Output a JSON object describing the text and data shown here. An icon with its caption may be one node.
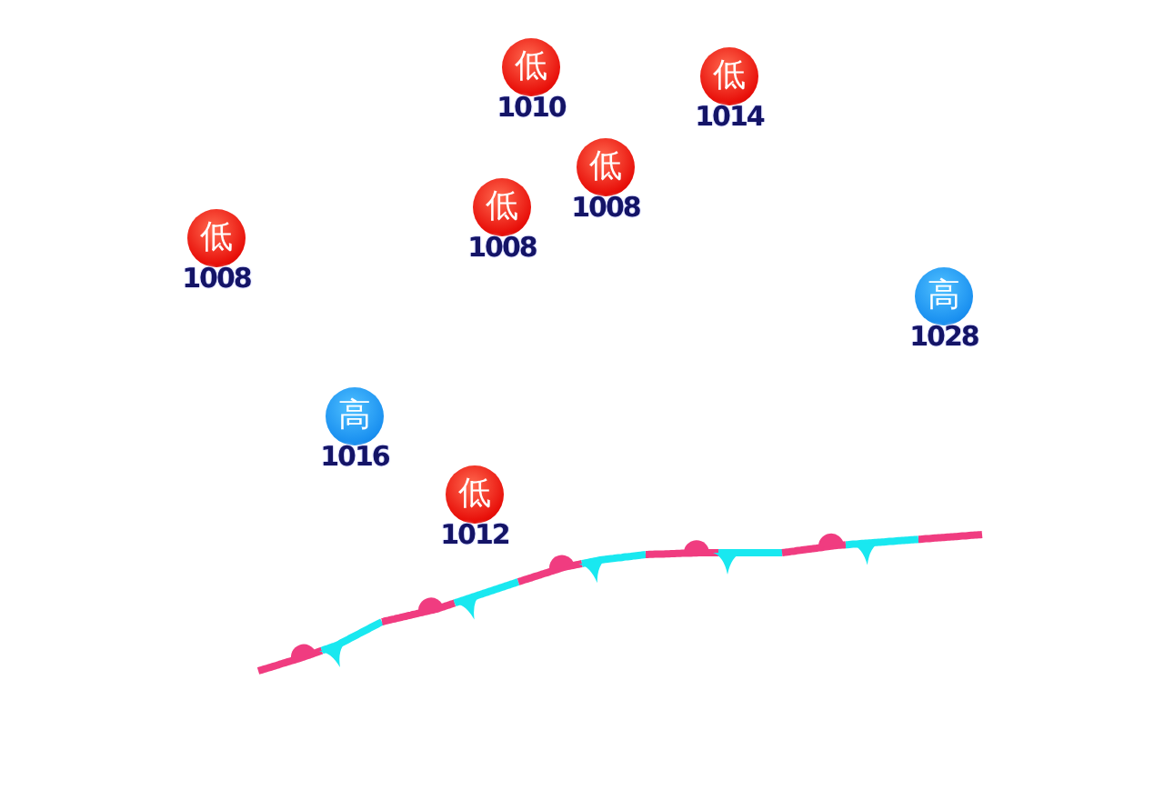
{
  "diagram": {
    "nodes": [
      {
        "text": [
          "低"
        ],
        "beside": [
          "1010"
        ]
      },
      {
        "text": [
          "低"
        ],
        "beside": [
          "1014"
        ]
      },
      {
        "text": [
          "低"
        ],
        "beside": [
          "1008"
        ]
      },
      {
        "text": [
          "低"
        ],
        "beside": [
          "1008"
        ]
      },
      {
        "text": [
          "低"
        ],
        "beside": [
          "1008"
        ]
      },
      {
        "text": [
          "高"
        ],
        "beside": [
          "1028"
        ]
      },
      {
        "text": [
          "高"
        ],
        "beside": [
          "1016"
        ]
      },
      {
        "text": [
          "低"
        ],
        "beside": [
          "1012"
        ]
      }
    ]
  }
}
